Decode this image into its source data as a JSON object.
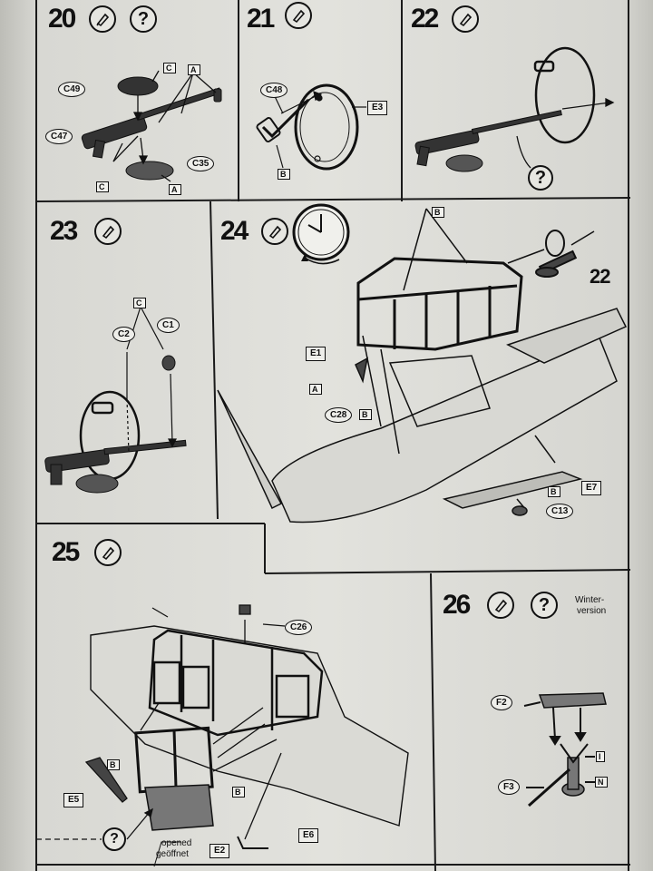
{
  "steps": {
    "s20": "20",
    "s21": "21",
    "s22": "22",
    "s23": "23",
    "s24": "24",
    "s25": "25",
    "s26": "26"
  },
  "badge_question": "?",
  "step20": {
    "c49": "C49",
    "c47": "C47",
    "c35": "C35",
    "flag_c": "C",
    "flag_a": "A"
  },
  "step21": {
    "c48": "C48",
    "e3": "E3",
    "flag_b": "B"
  },
  "step23": {
    "c2": "C2",
    "c1": "C1",
    "flag_c": "C"
  },
  "step24": {
    "e1": "E1",
    "c28": "C28",
    "e7": "E7",
    "c13": "C13",
    "ref22": "22",
    "flag_a": "A",
    "flag_b": "B"
  },
  "step25": {
    "c26": "C26",
    "e5": "E5",
    "e2": "E2",
    "e6": "E6",
    "flag_b": "B",
    "opened_en": "opened",
    "opened_de": "geöffnet"
  },
  "step26": {
    "winter_line1": "Winter-",
    "winter_line2": "version",
    "f2": "F2",
    "f3": "F3",
    "flag_i": "I",
    "flag_n": "N"
  },
  "colors": {
    "ink": "#111111",
    "paper": "#e2e2dd",
    "part_gray": "#555555"
  }
}
